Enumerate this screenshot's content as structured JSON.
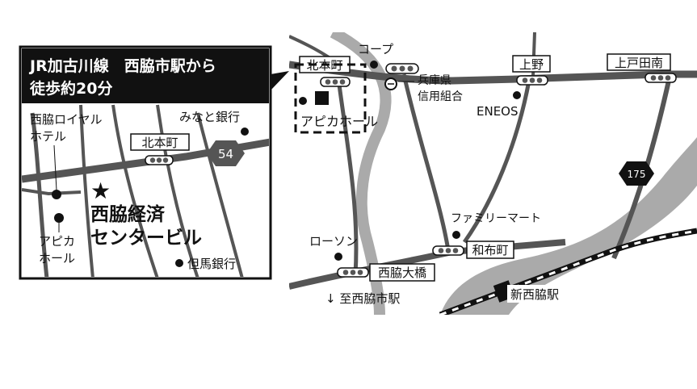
{
  "inset": {
    "header_line1": "JR加古川線　西脇市駅から",
    "header_line2": "徒歩約20分",
    "hotel_label_line1": "西脇ロイヤル",
    "hotel_label_line2": "ホテル",
    "apika_label_line1": "アピカ",
    "apika_label_line2": "ホール",
    "minato_bank": "みなと銀行",
    "tajima_bank": "但馬銀行",
    "kitahonmachi": "北本町",
    "route_number": "54",
    "venue_line1": "西脇経済",
    "venue_line2": "センタービル"
  },
  "main_map": {
    "kitahonmachi": "北本町",
    "coop": "コープ",
    "hyogo_bank_line1": "兵庫県",
    "hyogo_bank_line2": "信用組合",
    "apika_hall": "アピカホール",
    "ueno": "上野",
    "eneos": "ENEOS",
    "kamitoda_minami": "上戸田南",
    "route_number": "175",
    "family_mart": "ファミリーマート",
    "wafucho": "和布町",
    "lawson": "ローソン",
    "nishiwaki_ohashi": "西脇大橋",
    "to_station": "↓ 至西脇市駅",
    "shin_nishiwaki_station": "新西脇駅"
  },
  "colors": {
    "road_dark": "#555555",
    "river": "#aaaaaa",
    "ink": "#111111"
  },
  "icons": [
    "star-icon",
    "traffic-light-icon",
    "bank-icon",
    "route-shield-icon",
    "railway-icon"
  ]
}
